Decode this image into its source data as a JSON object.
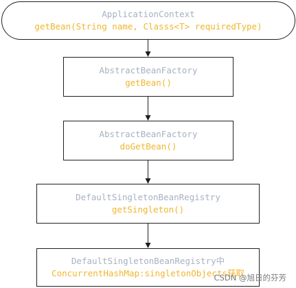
{
  "nodes": [
    {
      "class_name": "ApplicationContext",
      "method": "getBean(String name, Classs<T> requiredType)"
    },
    {
      "class_name": "AbstractBeanFactory",
      "method": "getBean()"
    },
    {
      "class_name": "AbstractBeanFactory",
      "method": "doGetBean()"
    },
    {
      "class_name": "DefaultSingletonBeanRegistry",
      "method": "getSingleton()"
    },
    {
      "class_name": "DefaultSingletonBeanRegistry中",
      "method": "ConcurrentHashMap:singletonObjects获取"
    }
  ],
  "watermark": "CSDN @旭日的芬芳",
  "colors": {
    "class_text": "#a7b1c2",
    "method_text": "#f0b62e",
    "border": "#1f1f1f"
  }
}
